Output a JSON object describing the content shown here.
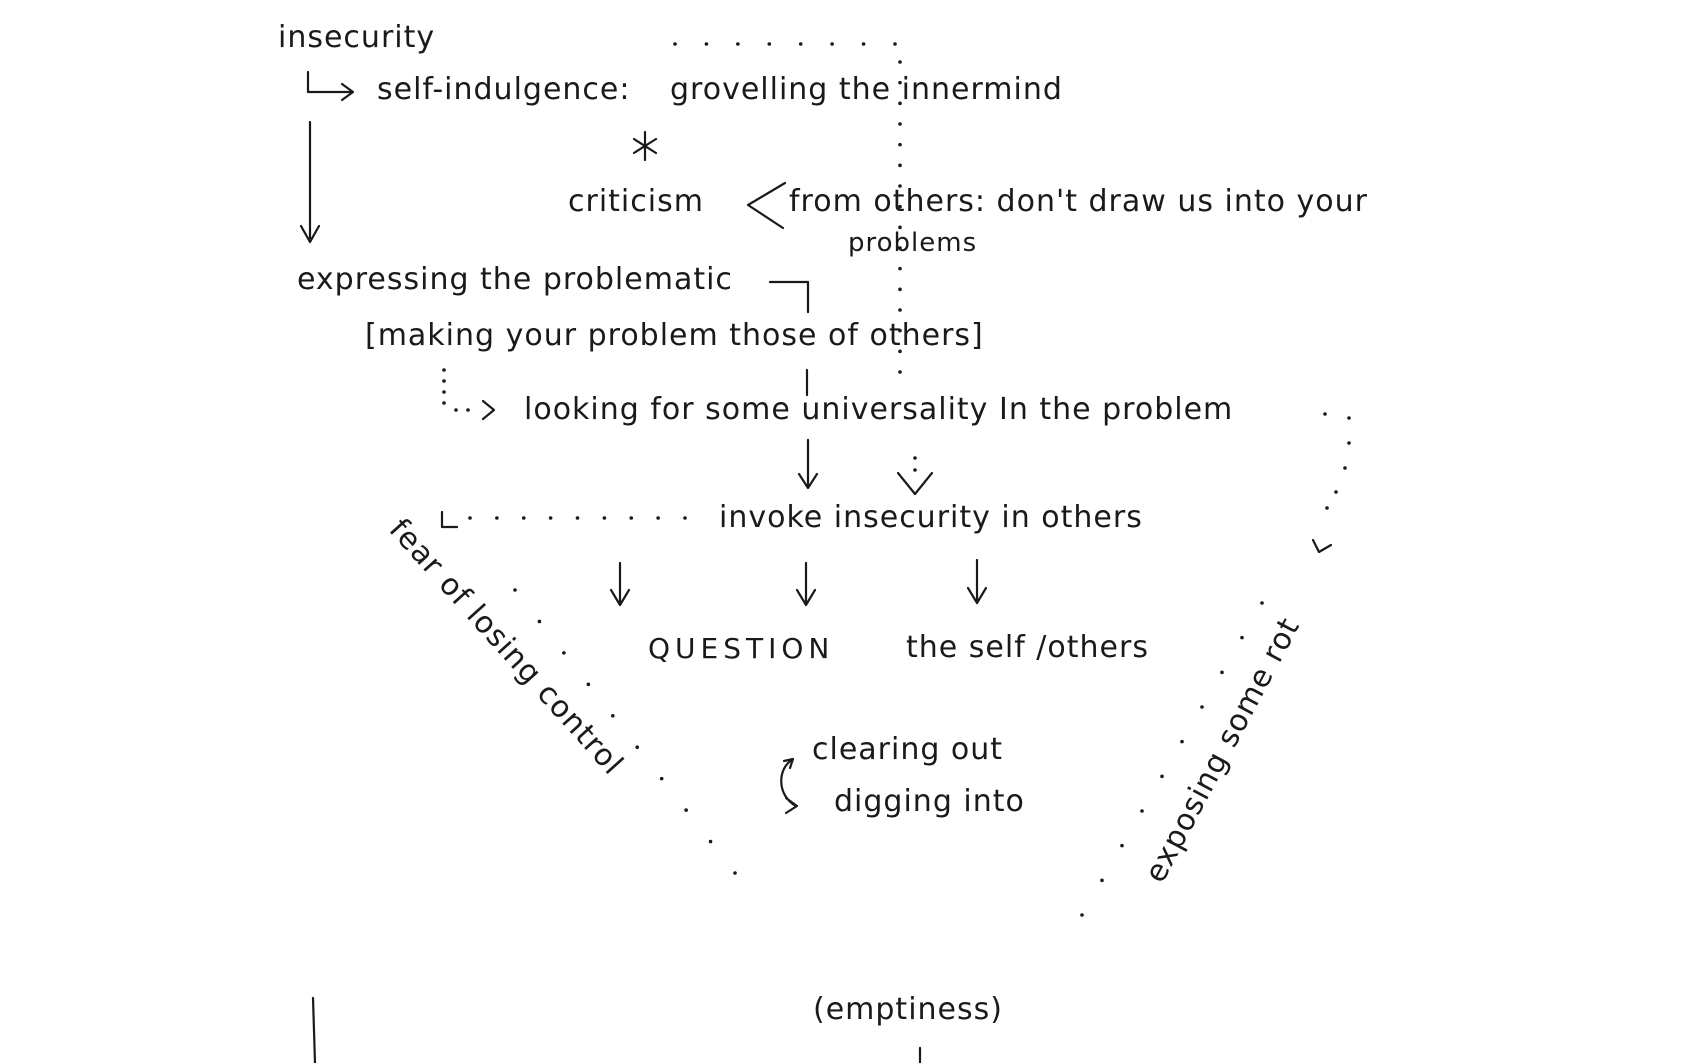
{
  "diagram": {
    "nodes": {
      "insecurity": "insecurity",
      "self_indulgence": "self-indulgence:",
      "grovelling": "grovelling the innermind",
      "asterisk": "*",
      "criticism": "criticism",
      "from_others": "from others: don't draw us into your",
      "problems": "problems",
      "expressing": "expressing the problematic",
      "making_problem": "[making your problem those of others]",
      "looking": "looking for some universality In the problem",
      "invoke": "invoke insecurity in others",
      "question": "QUESTION",
      "self_others": "the self /others",
      "clearing": "clearing out",
      "digging": "digging into",
      "fear": "fear of losing control",
      "exposing": "exposing some rot",
      "emptiness": "(emptiness)"
    }
  }
}
